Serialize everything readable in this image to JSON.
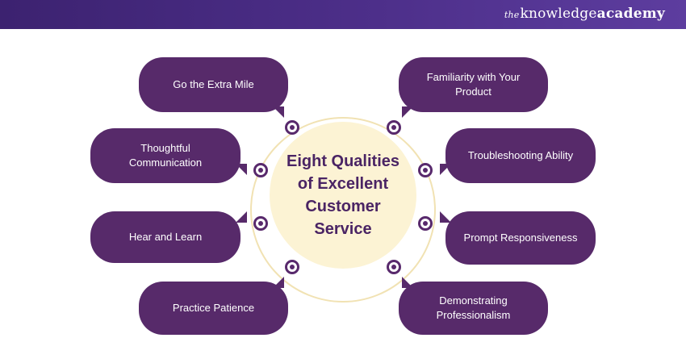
{
  "brand": {
    "prefix": "the",
    "knowledge": "knowledge",
    "academy": "academy"
  },
  "center_title": "Eight Qualities of Excellent Customer Service",
  "qualities": {
    "go_extra_mile": "Go the Extra Mile",
    "thoughtful_communication": "Thoughtful Communication",
    "hear_and_learn": "Hear and Learn",
    "practice_patience": "Practice Patience",
    "familiarity": "Familiarity with Your Product",
    "troubleshooting": "Troubleshooting Ability",
    "prompt_responsiveness": "Prompt Responsiveness",
    "professionalism": "Demonstrating Professionalism"
  },
  "colors": {
    "banner": "#4d2f8a",
    "bubble": "#572a6a",
    "center_fill": "#fcf3d4",
    "center_text": "#4a2464"
  }
}
